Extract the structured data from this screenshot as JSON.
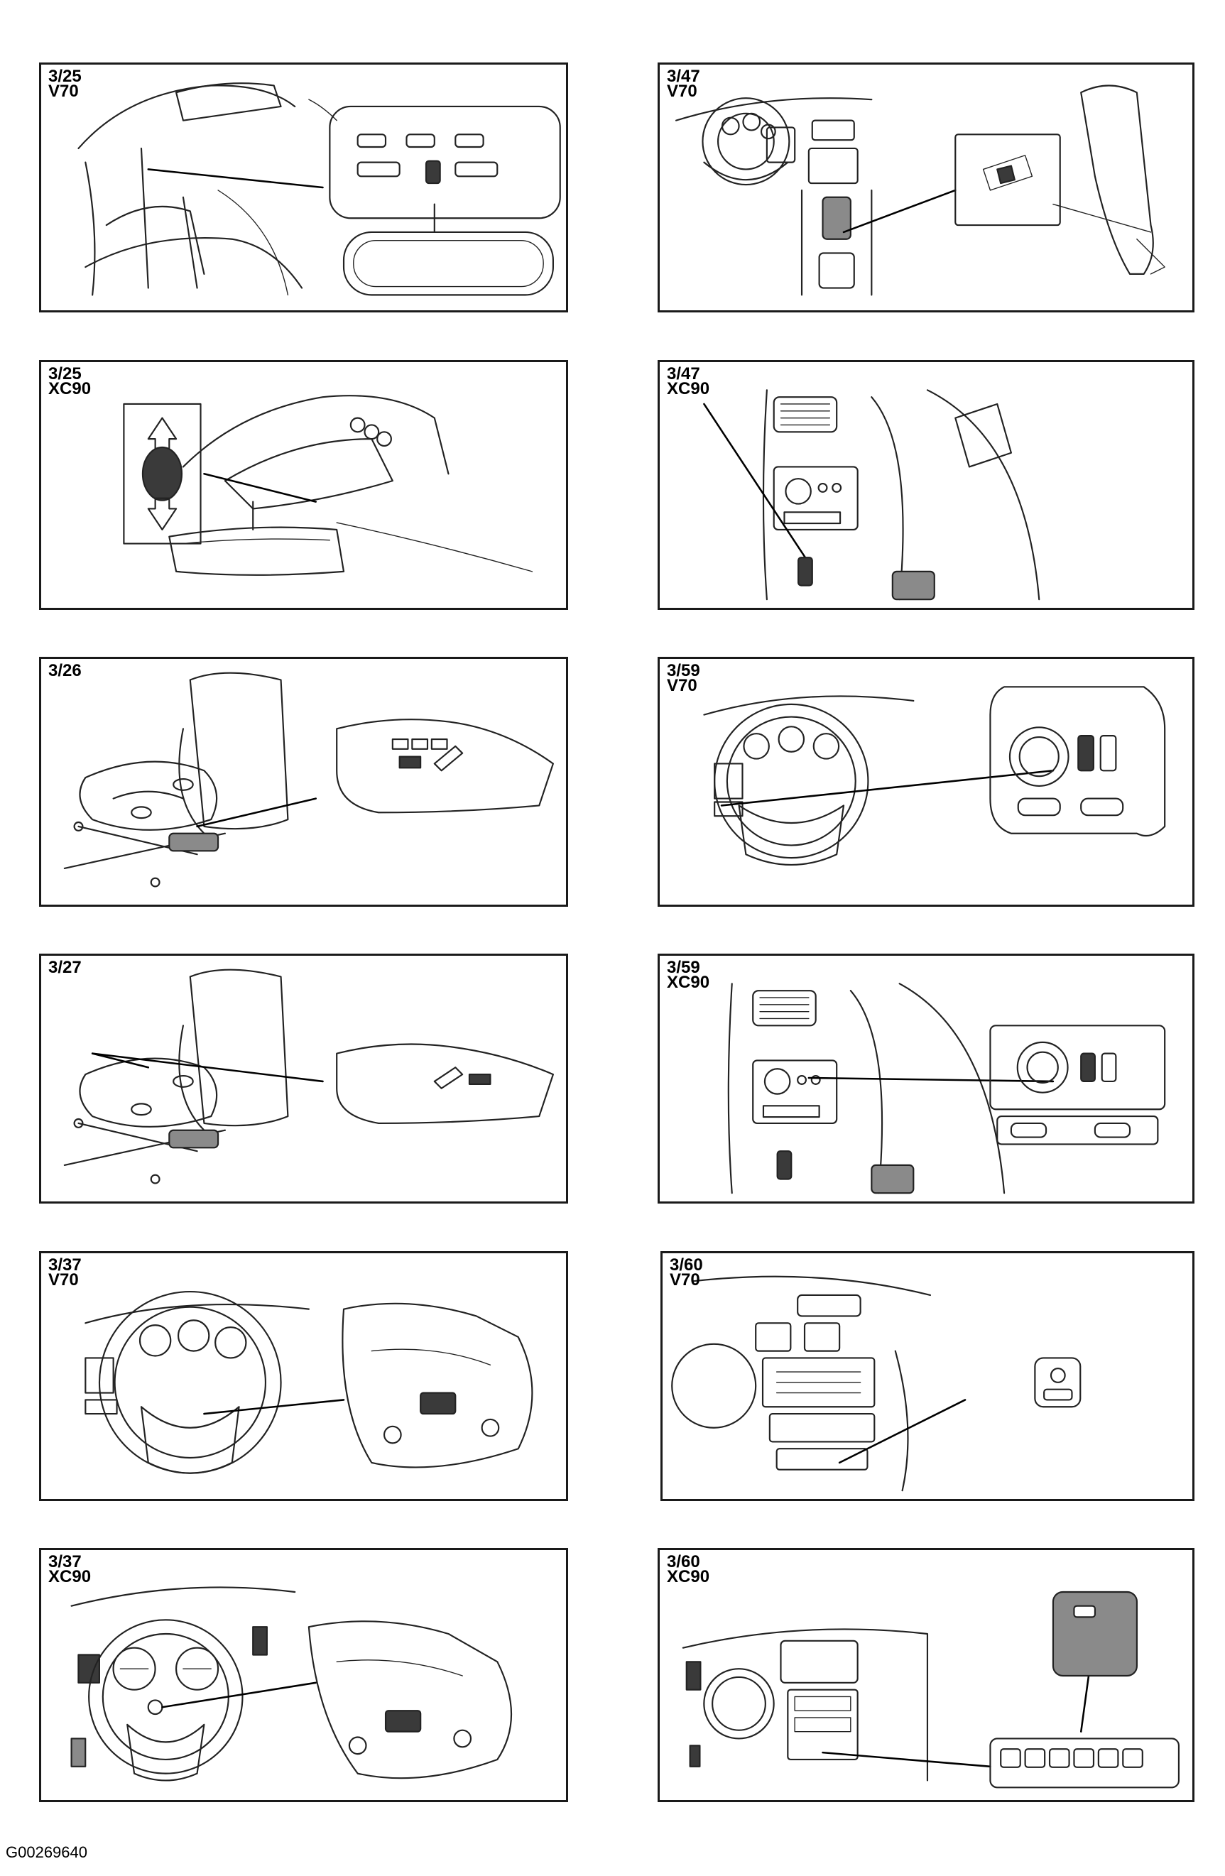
{
  "panels": [
    {
      "code": "3/25",
      "model": "V70"
    },
    {
      "code": "3/47",
      "model": "V70"
    },
    {
      "code": "3/25",
      "model": "XC90"
    },
    {
      "code": "3/47",
      "model": "XC90"
    },
    {
      "code": "3/26",
      "model": ""
    },
    {
      "code": "3/59",
      "model": "V70"
    },
    {
      "code": "3/27",
      "model": ""
    },
    {
      "code": "3/59",
      "model": "XC90"
    },
    {
      "code": "3/37",
      "model": "V70"
    },
    {
      "code": "3/60",
      "model": "V70"
    },
    {
      "code": "3/37",
      "model": "XC90"
    },
    {
      "code": "3/60",
      "model": "XC90"
    }
  ],
  "figure_id": "G00269640",
  "colors": {
    "line": "#222222",
    "border": "#1a1a1a",
    "background": "#ffffff"
  }
}
